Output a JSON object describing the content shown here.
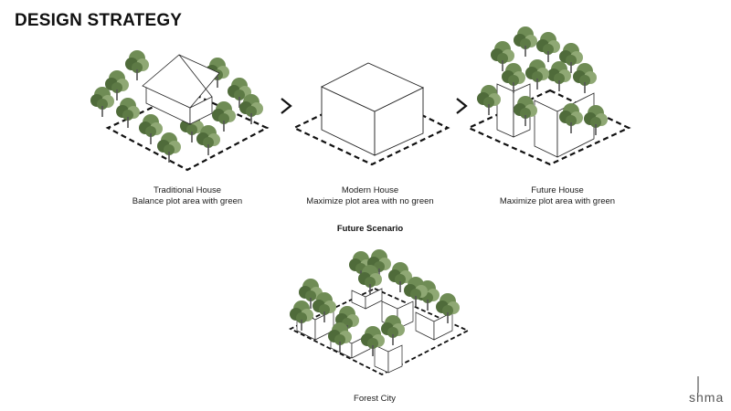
{
  "title": "DESIGN STRATEGY",
  "captions": {
    "traditional": {
      "name": "Traditional House",
      "desc": "Balance plot area with green"
    },
    "modern": {
      "name": "Modern House",
      "desc": "Maximize plot area with no  green"
    },
    "future": {
      "name": "Future House",
      "desc": "Maximize plot area with  green"
    }
  },
  "section_heading": "Future Scenario",
  "forest_city_label": "Forest City",
  "logo_text": "shma",
  "arrows": [
    "chevron-right-icon",
    "chevron-right-icon"
  ],
  "colors": {
    "tree_dark": "#4f6b3a",
    "tree_mid": "#7f9a63",
    "tree_light": "#b5c79b",
    "ink": "#111111"
  }
}
